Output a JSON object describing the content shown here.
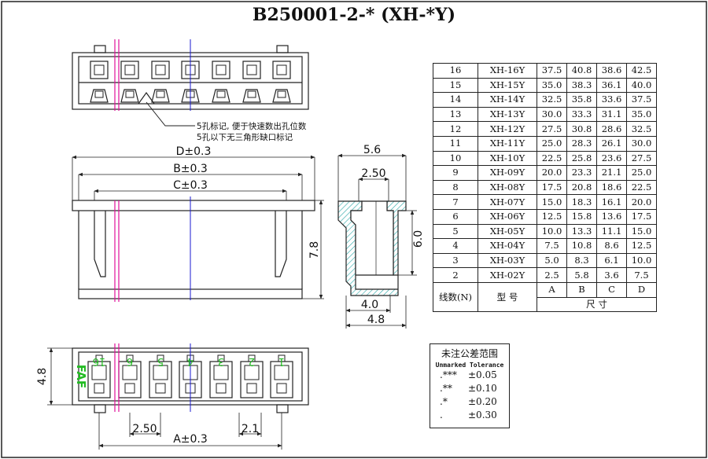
{
  "title": "B250001-2-*  (XH-*Y)",
  "notes": {
    "line1": "5孔标记, 便于快速数出孔位数",
    "line2": "5孔以下无三角形缺口标记"
  },
  "dims": {
    "D": "D±0.3",
    "B": "B±0.3",
    "C": "C±0.3",
    "H78": "7.8",
    "W56": "5.6",
    "W250": "2.50",
    "H60": "6.0",
    "W40": "4.0",
    "W48": "4.8",
    "H48": "4.8",
    "P250": "2.50",
    "A": "A±0.3",
    "P21": "2.1"
  },
  "pin_labels": [
    "16",
    "6",
    "5",
    "4",
    "3",
    "2",
    "1"
  ],
  "brand": "FAF",
  "table": {
    "rows": [
      {
        "n": "16",
        "model": "XH-16Y",
        "a": "37.5",
        "b": "40.8",
        "c": "38.6",
        "d": "42.5"
      },
      {
        "n": "15",
        "model": "XH-15Y",
        "a": "35.0",
        "b": "38.3",
        "c": "36.1",
        "d": "40.0"
      },
      {
        "n": "14",
        "model": "XH-14Y",
        "a": "32.5",
        "b": "35.8",
        "c": "33.6",
        "d": "37.5"
      },
      {
        "n": "13",
        "model": "XH-13Y",
        "a": "30.0",
        "b": "33.3",
        "c": "31.1",
        "d": "35.0"
      },
      {
        "n": "12",
        "model": "XH-12Y",
        "a": "27.5",
        "b": "30.8",
        "c": "28.6",
        "d": "32.5"
      },
      {
        "n": "11",
        "model": "XH-11Y",
        "a": "25.0",
        "b": "28.3",
        "c": "26.1",
        "d": "30.0"
      },
      {
        "n": "10",
        "model": "XH-10Y",
        "a": "22.5",
        "b": "25.8",
        "c": "23.6",
        "d": "27.5"
      },
      {
        "n": "9",
        "model": "XH-09Y",
        "a": "20.0",
        "b": "23.3",
        "c": "21.1",
        "d": "25.0"
      },
      {
        "n": "8",
        "model": "XH-08Y",
        "a": "17.5",
        "b": "20.8",
        "c": "18.6",
        "d": "22.5"
      },
      {
        "n": "7",
        "model": "XH-07Y",
        "a": "15.0",
        "b": "18.3",
        "c": "16.1",
        "d": "20.0"
      },
      {
        "n": "6",
        "model": "XH-06Y",
        "a": "12.5",
        "b": "15.8",
        "c": "13.6",
        "d": "17.5"
      },
      {
        "n": "5",
        "model": "XH-05Y",
        "a": "10.0",
        "b": "13.3",
        "c": "11.1",
        "d": "15.0"
      },
      {
        "n": "4",
        "model": "XH-04Y",
        "a": "7.5",
        "b": "10.8",
        "c": "8.6",
        "d": "12.5"
      },
      {
        "n": "3",
        "model": "XH-03Y",
        "a": "5.0",
        "b": "8.3",
        "c": "6.1",
        "d": "10.0"
      },
      {
        "n": "2",
        "model": "XH-02Y",
        "a": "2.5",
        "b": "5.8",
        "c": "3.6",
        "d": "7.5"
      }
    ],
    "header": {
      "n": "线数(N)",
      "model": "型 号",
      "a": "A",
      "b": "B",
      "c": "C",
      "d": "D",
      "size": "尺 寸"
    }
  },
  "tolerance": {
    "title": "未注公差范围",
    "subtitle": "Unmarked Tolerance",
    "rows": [
      {
        "k": ".***",
        "v": "±0.05"
      },
      {
        "k": ".**",
        "v": "±0.10"
      },
      {
        "k": ".*",
        "v": "±0.20"
      },
      {
        "k": ".",
        "v": "±0.30"
      }
    ]
  },
  "colors": {
    "line": "#222222",
    "magenta": "#e0109a",
    "blue": "#1a1ad0",
    "green": "#22bb22",
    "hatch": "#2aa8a8"
  }
}
